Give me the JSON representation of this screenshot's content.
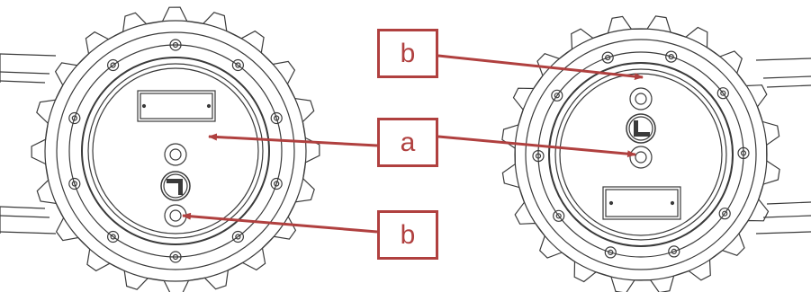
{
  "labels": {
    "b_top": "b",
    "a": "a",
    "b_bottom": "b"
  },
  "colors": {
    "callout": "#b0403f",
    "drawing_line": "#3a3a3a",
    "background": "#ffffff"
  },
  "icons": {
    "center_logo": "chevron-logo-icon"
  }
}
